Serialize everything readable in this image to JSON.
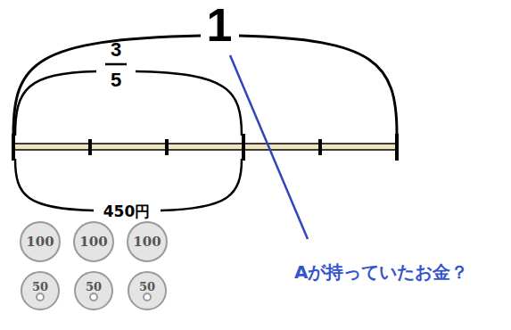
{
  "diagram": {
    "labels": [
      "1",
      "3",
      "5",
      "450円",
      "100",
      "100",
      "100",
      "50",
      "50",
      "50",
      "Aが持っていたお金？"
    ]
  }
}
